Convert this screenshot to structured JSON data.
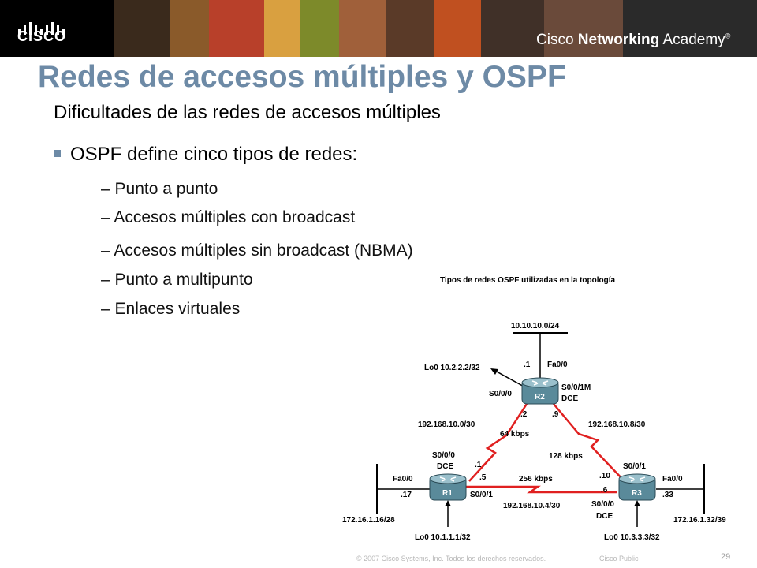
{
  "brand": {
    "logo_text": "CISCO",
    "academy_prefix": "Cisco",
    "academy_strong": "Networking",
    "academy_suffix": "Academy",
    "trademark": "®"
  },
  "slide": {
    "title": "Redes de accesos múltiples y OSPF",
    "subtitle": "Dificultades de las redes de accesos múltiples",
    "bullet": "OSPF define cinco tipos de redes:",
    "subitems": [
      "– Punto a punto",
      "– Accesos múltiples con broadcast",
      "– Accesos múltiples sin broadcast (NBMA)",
      "– Punto a multipunto",
      "– Enlaces virtuales"
    ]
  },
  "diagram": {
    "caption": "Tipos de redes OSPF utilizadas en la topología",
    "net_top": "10.10.10.0/24",
    "r2": {
      "name": "R2",
      "fa_ip": ".1",
      "fa_if": "Fa0/0",
      "lo": "Lo0 10.2.2.2/32",
      "s000": "S0/0/0",
      "s001": "S0/0/1M",
      "dce": "DCE",
      "ip_left": ".2",
      "ip_right": ".9"
    },
    "link_r1r2": {
      "net": "192.168.10.0/30",
      "speed": "64 kbps"
    },
    "link_r2r3": {
      "net": "192.168.10.8/30",
      "speed": "128 kbps"
    },
    "link_r1r3": {
      "net": "192.168.10.4/30",
      "speed": "256 kbps"
    },
    "r1": {
      "name": "R1",
      "s000": "S0/0/0",
      "dce": "DCE",
      "ip_top": ".1",
      "ip_right": ".5",
      "s001": "S0/0/1",
      "fa_if": "Fa0/0",
      "fa_ip": ".17",
      "lan": "172.16.1.16/28",
      "lo": "Lo0 10.1.1.1/32"
    },
    "r3": {
      "name": "R3",
      "s001": "S0/0/1",
      "ip_top": ".10",
      "ip_left": ".6",
      "s000": "S0/0/0",
      "dce": "DCE",
      "fa_if": "Fa0/0",
      "fa_ip": ".33",
      "lan": "172.16.1.32/39",
      "lo": "Lo0 10.3.3.3/32"
    }
  },
  "footer": {
    "copyright": "© 2007 Cisco Systems, Inc. Todos los derechos reservados.",
    "classification": "Cisco Public",
    "page": "29"
  }
}
